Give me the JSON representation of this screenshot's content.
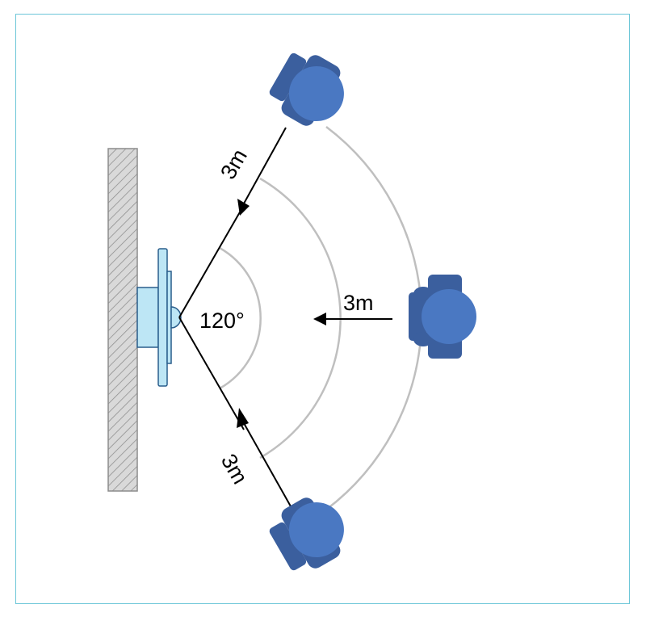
{
  "diagram": {
    "angle_label": "120°",
    "distance_label_top": "3m",
    "distance_label_middle": "3m",
    "distance_label_bottom": "3m"
  },
  "colors": {
    "frame": "#6cc6d8",
    "wall_fill": "#d9d9d9",
    "wall_stroke": "#8c8c8c",
    "device": "#bde6f5",
    "device_stroke": "#2a5e8c",
    "person_body": "#3b5f9e",
    "person_head": "#4a78c2",
    "arc": "#bfbfbf",
    "arrow": "#000000"
  },
  "icons": [
    "wall-hatch",
    "camera-device-icon",
    "person-icon"
  ]
}
